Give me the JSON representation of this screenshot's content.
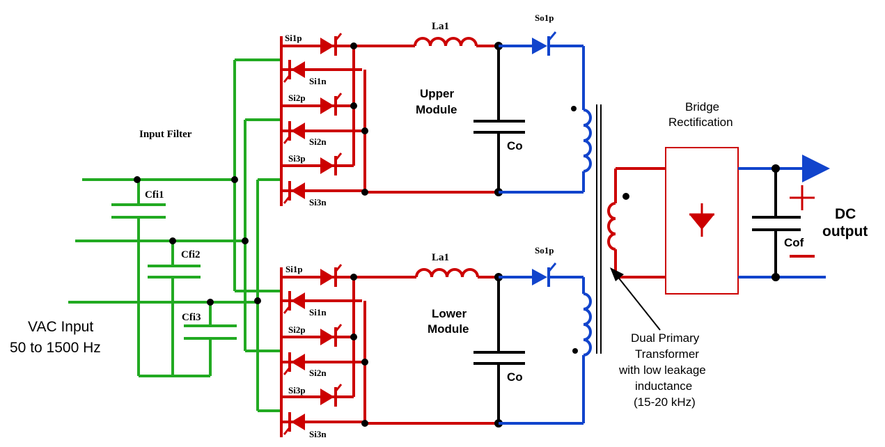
{
  "labels": {
    "input_filter": "Input Filter",
    "vac_input_line1": "VAC Input",
    "vac_input_line2": "50 to 1500 Hz",
    "cfi1": "Cfi1",
    "cfi2": "Cfi2",
    "cfi3": "Cfi3",
    "upper_module_line1": "Upper",
    "upper_module_line2": "Module",
    "lower_module_line1": "Lower",
    "lower_module_line2": "Module",
    "la1_upper": "La1",
    "la1_lower": "La1",
    "so1p_upper": "So1p",
    "so1p_lower": "So1p",
    "co_upper": "Co",
    "co_lower": "Co",
    "bridge_line1": "Bridge",
    "bridge_line2": "Rectification",
    "cof": "Cof",
    "dc_output_line1": "DC",
    "dc_output_line2": "output",
    "plus": "+",
    "transformer_line1": "Dual Primary",
    "transformer_line2": "Transformer",
    "transformer_line3": "with low leakage",
    "transformer_line4": "inductance",
    "transformer_line5": "(15-20 kHz)",
    "upper_switches": [
      "Si1p",
      "Si1n",
      "Si2p",
      "Si2n",
      "Si3p",
      "Si3n"
    ],
    "lower_switches": [
      "Si1p",
      "Si1n",
      "Si2p",
      "Si2n",
      "Si3p",
      "Si3n"
    ]
  },
  "colors": {
    "input_wiring": "#22aa22",
    "module_wiring": "#cc0000",
    "output_wiring": "#1144cc",
    "capacitor": "#000000"
  }
}
